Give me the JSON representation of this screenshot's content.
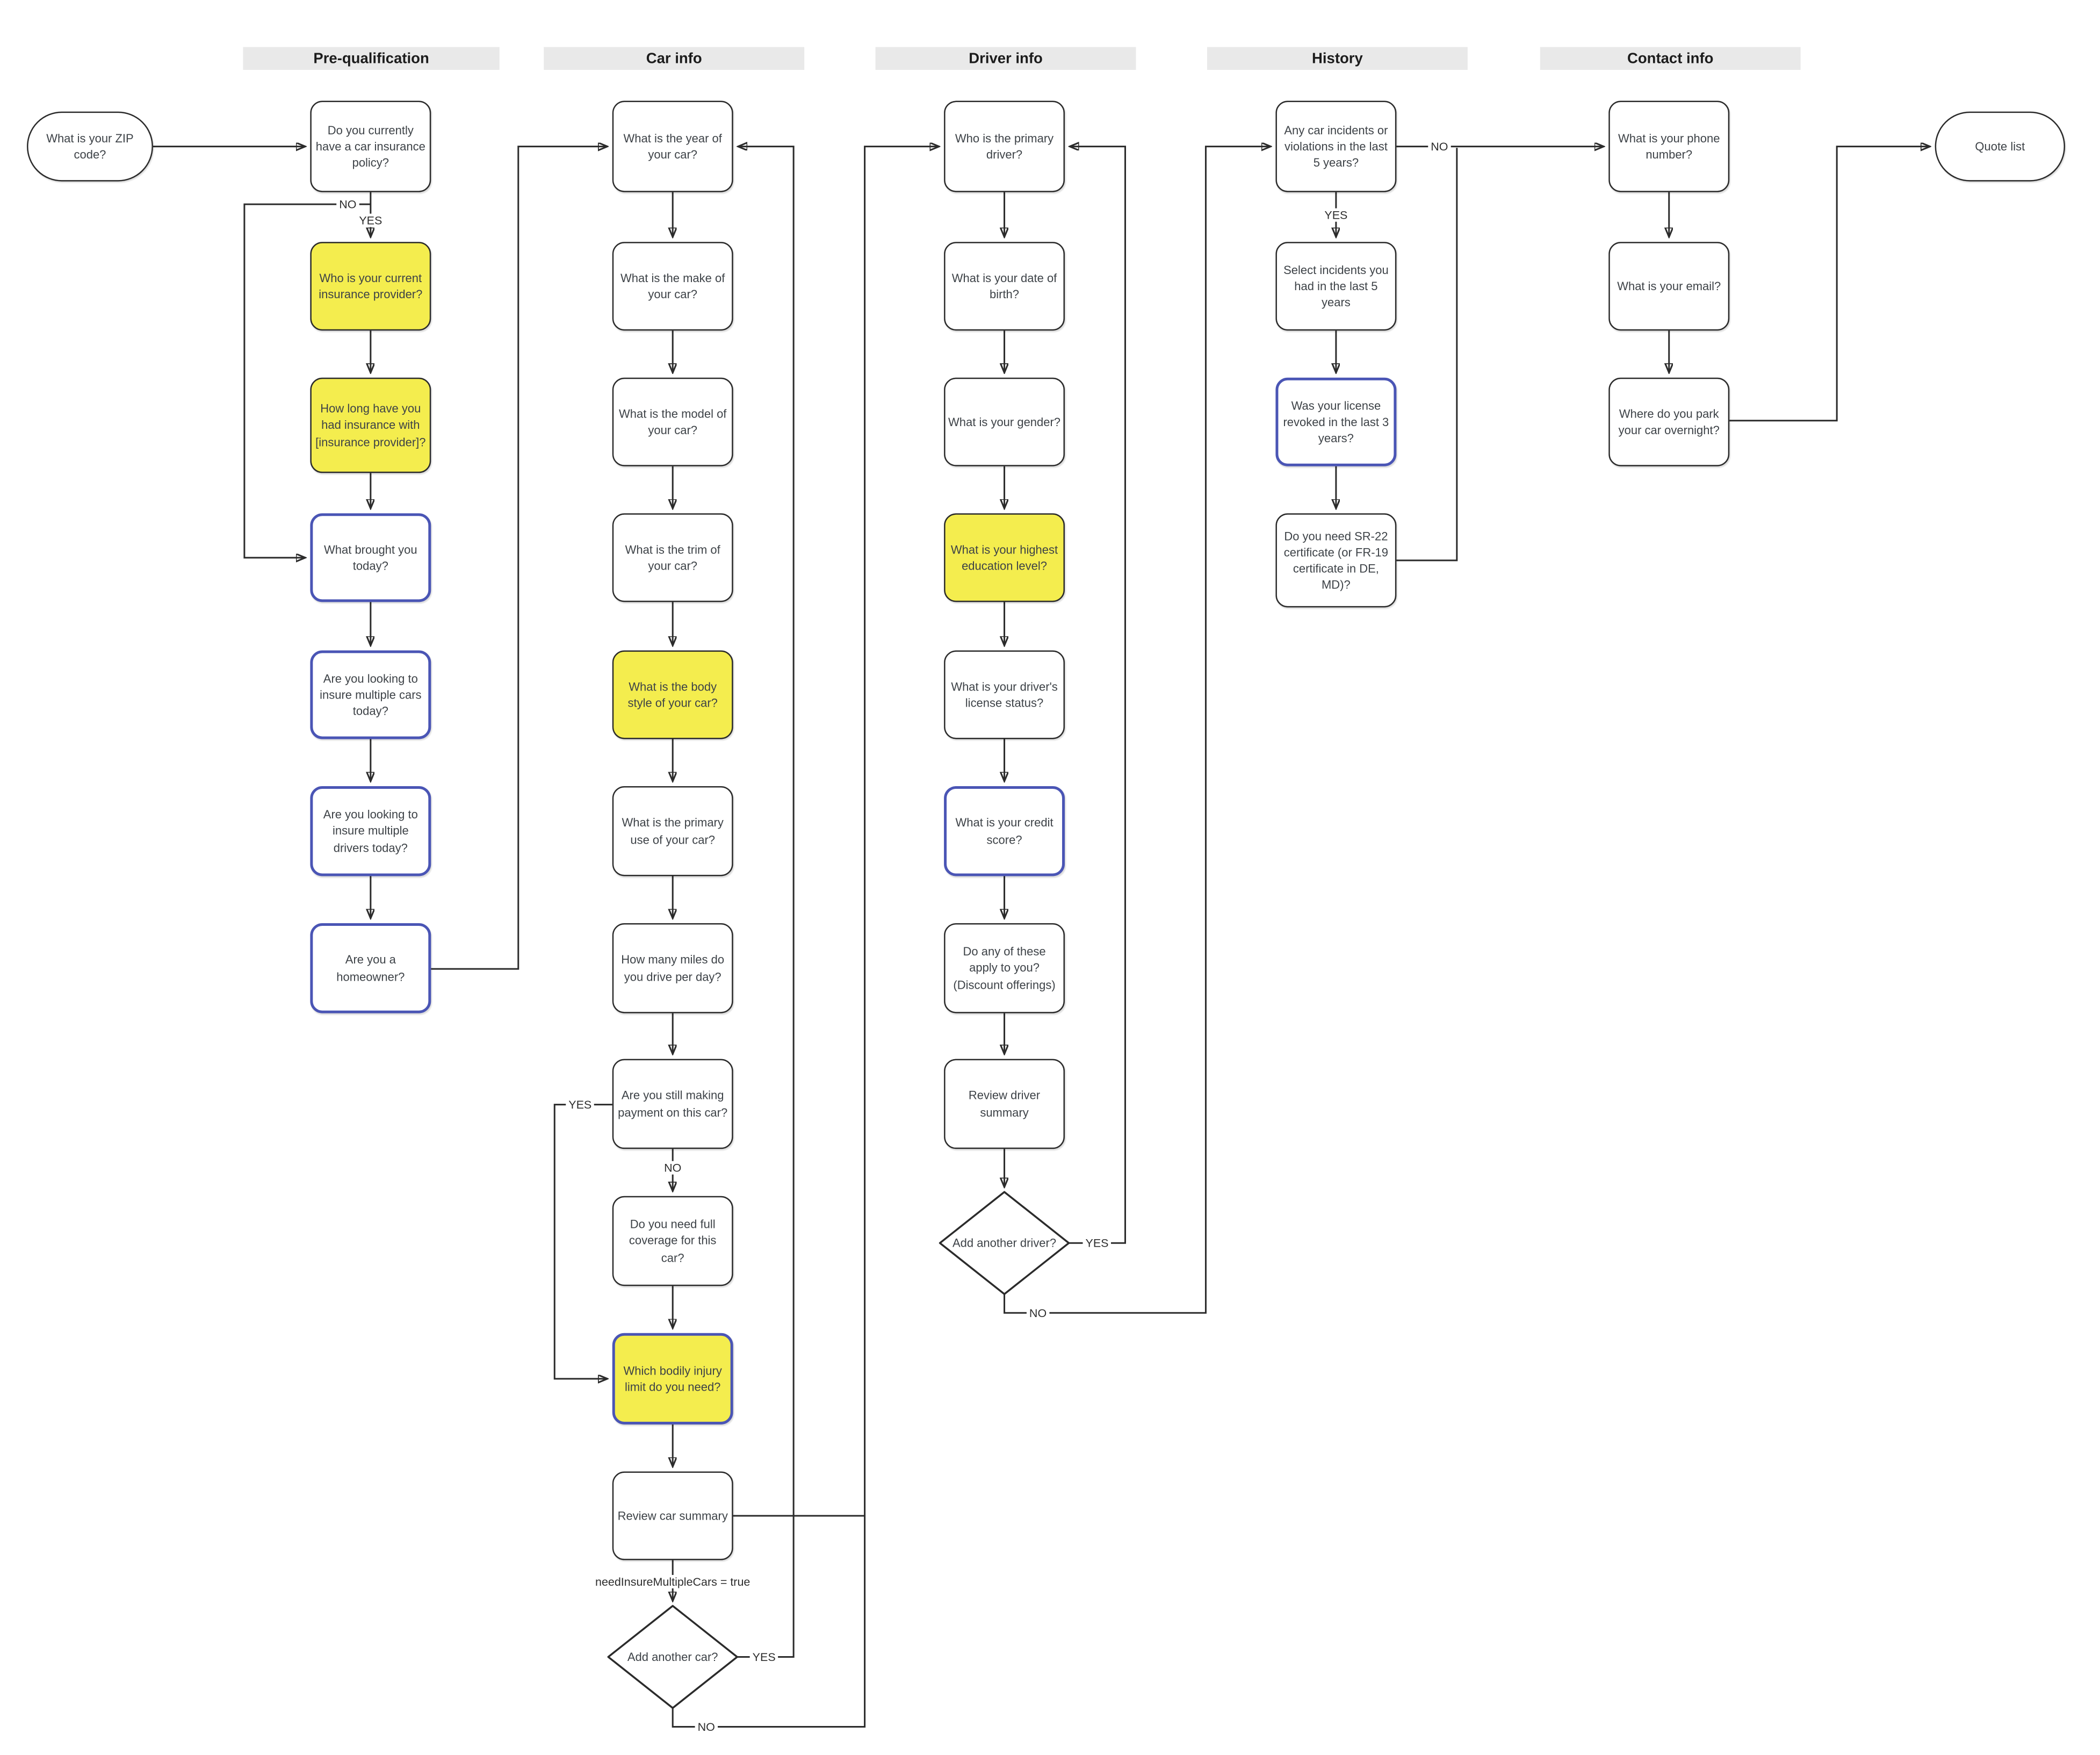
{
  "headers": {
    "prequalification": "Pre-qualification",
    "car_info": "Car info",
    "driver_info": "Driver info",
    "history": "History",
    "contact_info": "Contact info"
  },
  "terminals": {
    "start": "What is your ZIP code?",
    "end": "Quote list"
  },
  "prequalification": {
    "policy": "Do you currently have a car insurance policy?",
    "provider": "Who is your current insurance provider?",
    "duration": "How long have you had insurance with [insurance provider]?",
    "reason": "What brought you today?",
    "multiple_cars": "Are you looking to insure multiple cars today?",
    "multiple_drivers": "Are you looking to insure multiple drivers today?",
    "homeowner": "Are you a homeowner?"
  },
  "car_info": {
    "year": "What is the year of your car?",
    "make": "What is the make of your car?",
    "model": "What is the model of your car?",
    "trim": "What is the trim of your car?",
    "body_style": "What is the body style of your car?",
    "primary_use": "What is the primary use of your car?",
    "miles": "How many miles do you drive per day?",
    "payment": "Are you still making payment on this car?",
    "full_coverage": "Do you need full coverage for this car?",
    "bodily_injury": "Which bodily injury limit do you need?",
    "review": "Review car summary",
    "add_another_car": "Add another car?"
  },
  "driver_info": {
    "primary_driver": "Who is the primary driver?",
    "date_of_birth": "What is your date of birth?",
    "gender": "What is your gender?",
    "education": "What is your highest education level?",
    "license_status": "What is your driver's license status?",
    "credit_score": "What is your credit score?",
    "discounts": "Do any of these apply to you? (Discount offerings)",
    "review": "Review driver summary",
    "add_another_driver": "Add another driver?"
  },
  "history": {
    "incidents": "Any car incidents or violations in the last 5 years?",
    "select_incidents": "Select incidents you had in the last 5 years",
    "license_revoked": "Was your license revoked in the last 3 years?",
    "sr22": "Do you need SR-22 certificate (or FR-19 certificate in DE, MD)?"
  },
  "contact_info": {
    "phone": "What is your phone number?",
    "email": "What is your email?",
    "park": "Where do you park your car overnight?"
  },
  "edge_labels": {
    "yes": "YES",
    "no": "NO",
    "need_insure_multiple_cars": "needInsureMultipleCars = true"
  },
  "colors": {
    "highlight_yellow": "#f4ed4e",
    "highlight_blue_border": "#4a55b5",
    "node_border": "#2b2b2b",
    "header_background": "#e9e9e9",
    "background": "#ffffff"
  }
}
